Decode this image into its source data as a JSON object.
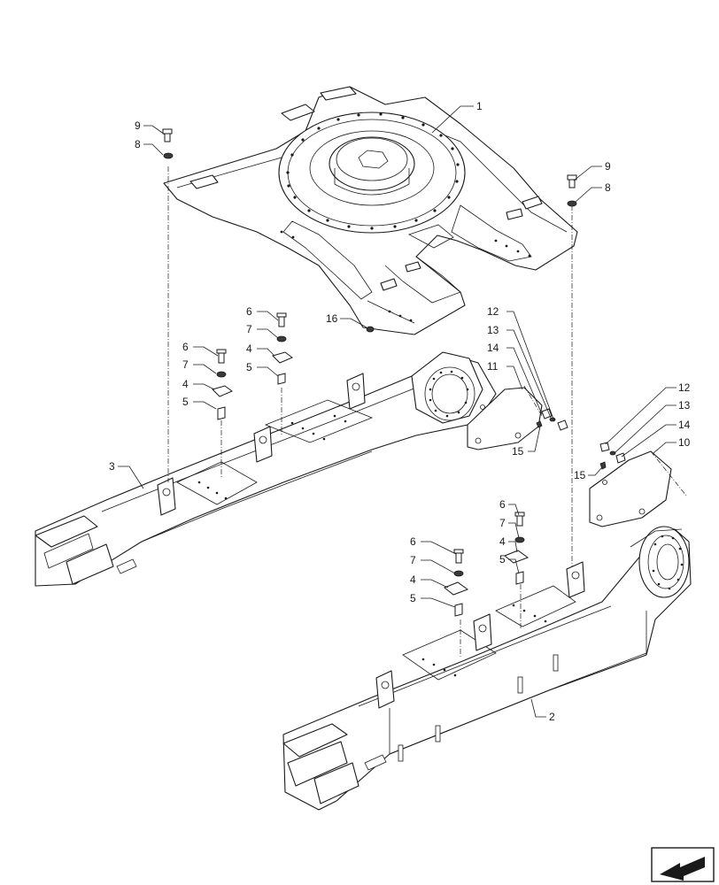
{
  "diagram": {
    "callouts": {
      "c1": "1",
      "c2": "2",
      "c3": "3",
      "c9a": "9",
      "c8a": "8",
      "c9b": "9",
      "c8b": "8",
      "c16": "16",
      "c6a": "6",
      "c7a": "7",
      "c4a": "4",
      "c5a": "5",
      "c6b": "6",
      "c7b": "7",
      "c4b": "4",
      "c5b": "5",
      "c12a": "12",
      "c13a": "13",
      "c14a": "14",
      "c11": "11",
      "c15a": "15",
      "c12b": "12",
      "c13b": "13",
      "c14b": "14",
      "c10": "10",
      "c15b": "15",
      "c6c": "6",
      "c7c": "7",
      "c4c": "4",
      "c5c": "5",
      "c6d": "6",
      "c7d": "7",
      "c4d": "4",
      "c5d": "5"
    },
    "nav_icon": "next-page-arrow-icon"
  }
}
